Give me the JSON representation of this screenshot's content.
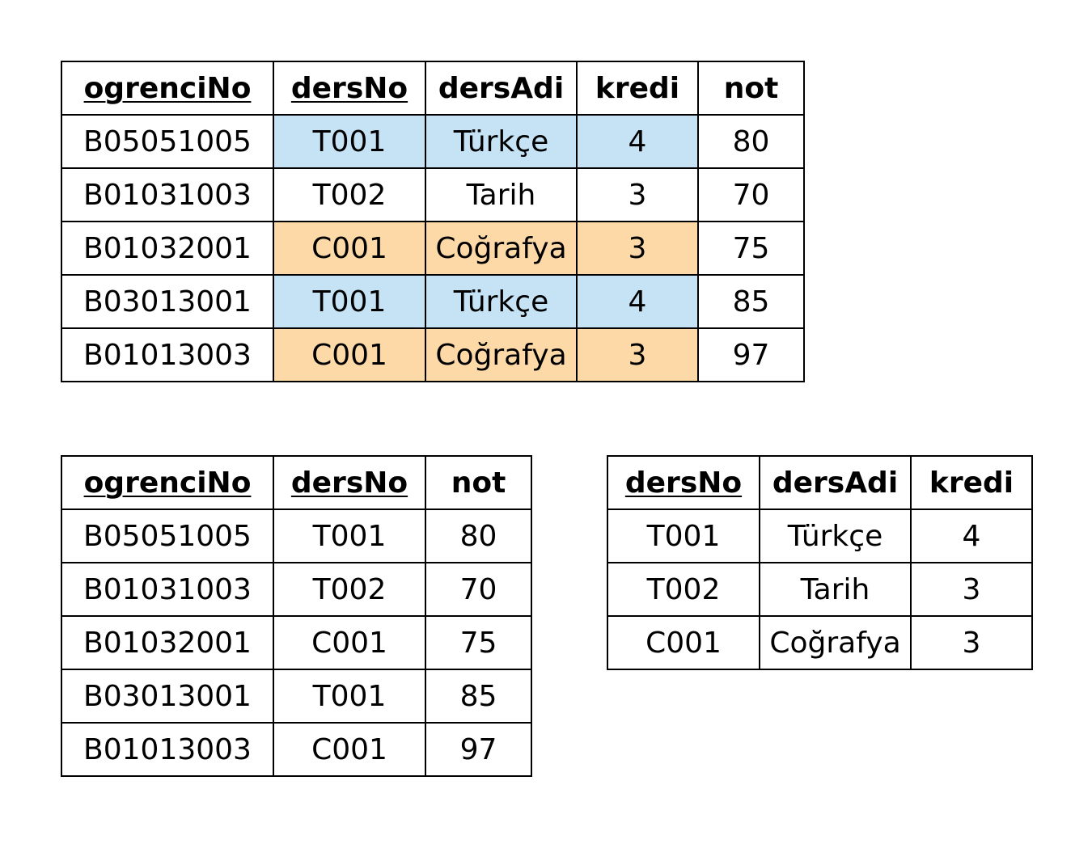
{
  "full_table": {
    "columns": [
      {
        "label": "ogrenciNo",
        "key": true
      },
      {
        "label": "dersNo",
        "key": true
      },
      {
        "label": "dersAdi",
        "key": false
      },
      {
        "label": "kredi",
        "key": false
      },
      {
        "label": "not",
        "key": false
      }
    ],
    "rows": [
      {
        "cells": [
          "B05051005",
          "T001",
          "Türkçe",
          "4",
          "80"
        ],
        "highlight": "blue"
      },
      {
        "cells": [
          "B01031003",
          "T002",
          "Tarih",
          "3",
          "70"
        ],
        "highlight": "none"
      },
      {
        "cells": [
          "B01032001",
          "C001",
          "Coğrafya",
          "3",
          "75"
        ],
        "highlight": "orange"
      },
      {
        "cells": [
          "B03013001",
          "T001",
          "Türkçe",
          "4",
          "85"
        ],
        "highlight": "blue"
      },
      {
        "cells": [
          "B01013003",
          "C001",
          "Coğrafya",
          "3",
          "97"
        ],
        "highlight": "orange"
      }
    ]
  },
  "grades_table": {
    "columns": [
      {
        "label": "ogrenciNo",
        "key": true
      },
      {
        "label": "dersNo",
        "key": true
      },
      {
        "label": "not",
        "key": false
      }
    ],
    "rows": [
      [
        "B05051005",
        "T001",
        "80"
      ],
      [
        "B01031003",
        "T002",
        "70"
      ],
      [
        "B01032001",
        "C001",
        "75"
      ],
      [
        "B03013001",
        "T001",
        "85"
      ],
      [
        "B01013003",
        "C001",
        "97"
      ]
    ]
  },
  "courses_table": {
    "columns": [
      {
        "label": "dersNo",
        "key": true
      },
      {
        "label": "dersAdi",
        "key": false
      },
      {
        "label": "kredi",
        "key": false
      }
    ],
    "rows": [
      [
        "T001",
        "Türkçe",
        "4"
      ],
      [
        "T002",
        "Tarih",
        "3"
      ],
      [
        "C001",
        "Coğrafya",
        "3"
      ]
    ]
  },
  "colors": {
    "blue_highlight": "#c5e3f5",
    "orange_highlight": "#fdd9a8",
    "border": "#000000"
  }
}
